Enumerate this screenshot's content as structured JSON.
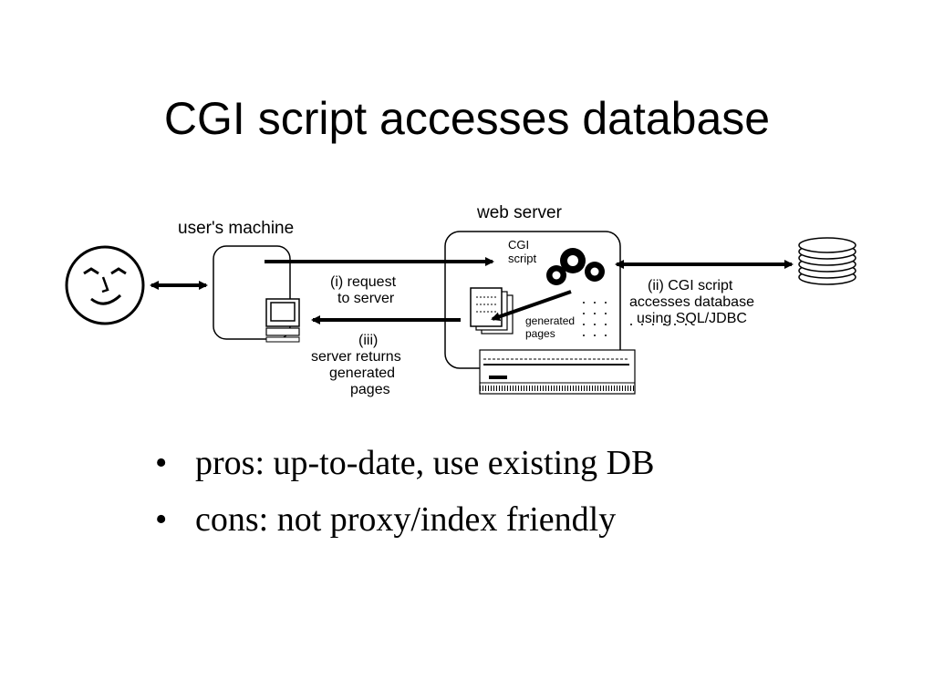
{
  "slide": {
    "title": "CGI script accesses database",
    "bullets": [
      {
        "text": "pros: up-to-date, use existing DB"
      },
      {
        "text": "cons:  not proxy/index friendly"
      }
    ],
    "bullet_glyph": "•"
  },
  "diagram": {
    "users_machine_label": "user's machine",
    "web_server_label": "web server",
    "cgi_label_line1": "CGI",
    "cgi_label_line2": "script",
    "generated_line1": "generated",
    "generated_line2": "pages",
    "request_line1": "(i) request",
    "request_line2": "to server",
    "returns_line1": "(iii)",
    "returns_line2": "server returns",
    "returns_line3": "generated",
    "returns_line4": "pages",
    "db_line1": "(ii)  CGI script",
    "db_line2": "accesses database",
    "db_line3": "using SQL/JDBC"
  }
}
